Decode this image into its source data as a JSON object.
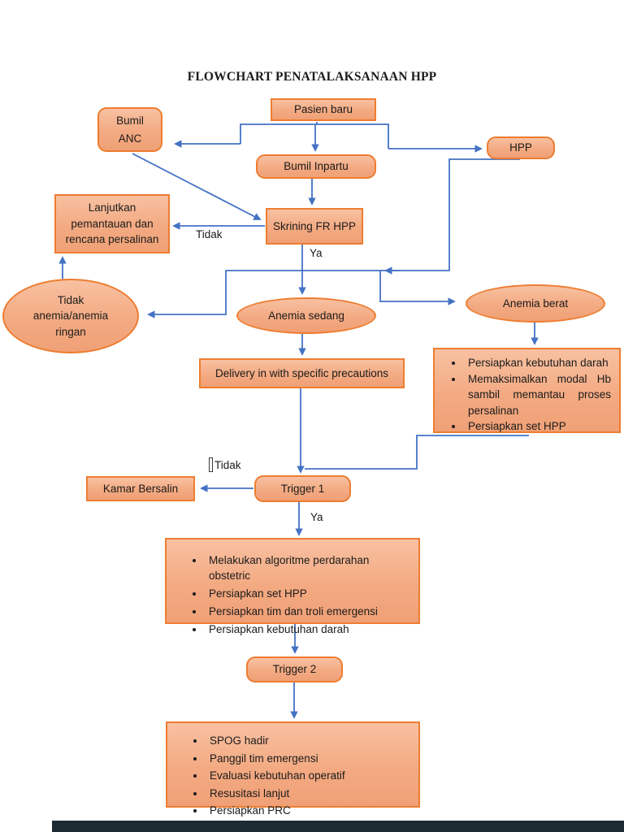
{
  "title": "FLOWCHART PENATALAKSANAAN HPP",
  "colors": {
    "node_fill": "#f3aa82",
    "node_border": "#ed7d31",
    "arrow": "#4472c4",
    "footer_bar": "#1b2a33"
  },
  "nodes": {
    "pasien_baru": "Pasien baru",
    "bumil_anc": "Bumil ANC",
    "hpp": "HPP",
    "bumil_inpartu": "Bumil Inpartu",
    "skrining_fr_hpp": "Skrining FR HPP",
    "lanjutkan": "Lanjutkan pemantauan dan rencana persalinan",
    "tidak_anemia": "Tidak anemia/anemia ringan",
    "anemia_sedang": "Anemia sedang",
    "anemia_berat": "Anemia berat",
    "delivery": "Delivery in with specific precautions",
    "kamar_bersalin": "Kamar Bersalin",
    "trigger_1": "Trigger 1",
    "trigger_2": "Trigger 2"
  },
  "lists": {
    "anemia_berat_actions": [
      "Persiapkan kebutuhan darah",
      "Memaksimalkan modal Hb sambil memantau proses persalinan",
      "Persiapkan set HPP"
    ],
    "trigger_1_actions": [
      "Melakukan algoritme perdarahan obstetric",
      "Persiapkan set HPP",
      "Persiapkan tim dan troli emergensi",
      "Persiapkan kebutuhan darah"
    ],
    "trigger_2_actions": [
      "SPOG hadir",
      "Panggil tim emergensi",
      "Evaluasi kebutuhan operatif",
      "Resusitasi lanjut",
      "Persiapkan PRC"
    ]
  },
  "edge_labels": {
    "skrining_tidak": "Tidak",
    "skrining_ya": "Ya",
    "trigger1_tidak": "Tidak",
    "trigger1_ya": "Ya"
  }
}
